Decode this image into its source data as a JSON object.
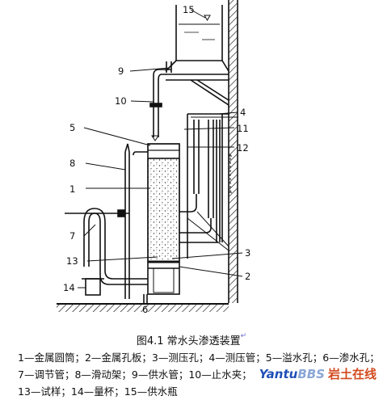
{
  "figure": {
    "callouts": [
      "1",
      "2",
      "3",
      "4",
      "5",
      "6",
      "7",
      "8",
      "9",
      "10",
      "11",
      "12",
      "13",
      "14",
      "15"
    ]
  },
  "caption": "图4.1 常水头渗透装置",
  "caption_mark": "↵",
  "legend": {
    "line1": "1—金属圆筒；2—金属孔板；3—测压孔；4—测压管；5—溢水孔；6—渗水孔；",
    "line2": "7—调节管；8—滑动架；9—供水管；10—止水夹；",
    "line3": "13—试样；14—量杯；15—供水瓶"
  },
  "watermark": {
    "part_a": "Yantu",
    "part_b": "BBS",
    "part_c": "岩土在线"
  }
}
